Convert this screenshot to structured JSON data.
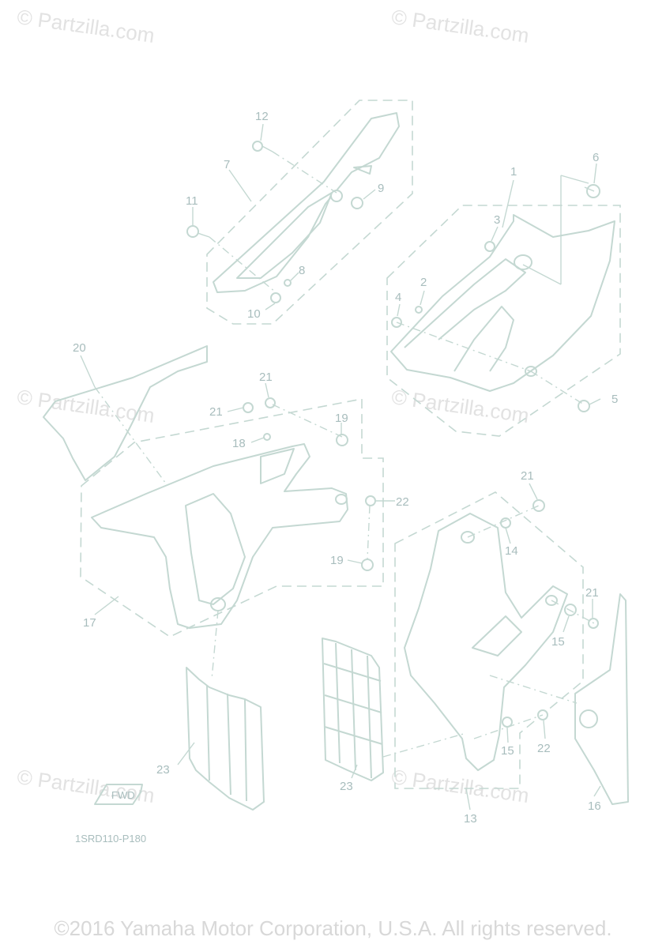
{
  "watermarks": [
    "© Partzilla.com",
    "© Partzilla.com",
    "© Partzilla.com",
    "© Partzilla.com",
    "© Partzilla.com",
    "© Partzilla.com"
  ],
  "diagram_code": "1SRD110-P180",
  "fwd_label": "FWD",
  "copyright": "©2016 Yamaha Motor Corporation, U.S.A. All rights reserved.",
  "callouts": [
    "1",
    "2",
    "3",
    "4",
    "5",
    "6",
    "7",
    "8",
    "9",
    "10",
    "11",
    "12",
    "13",
    "14",
    "15",
    "15",
    "16",
    "17",
    "18",
    "19",
    "19",
    "20",
    "21",
    "21",
    "21",
    "21",
    "22",
    "22",
    "23",
    "23"
  ]
}
